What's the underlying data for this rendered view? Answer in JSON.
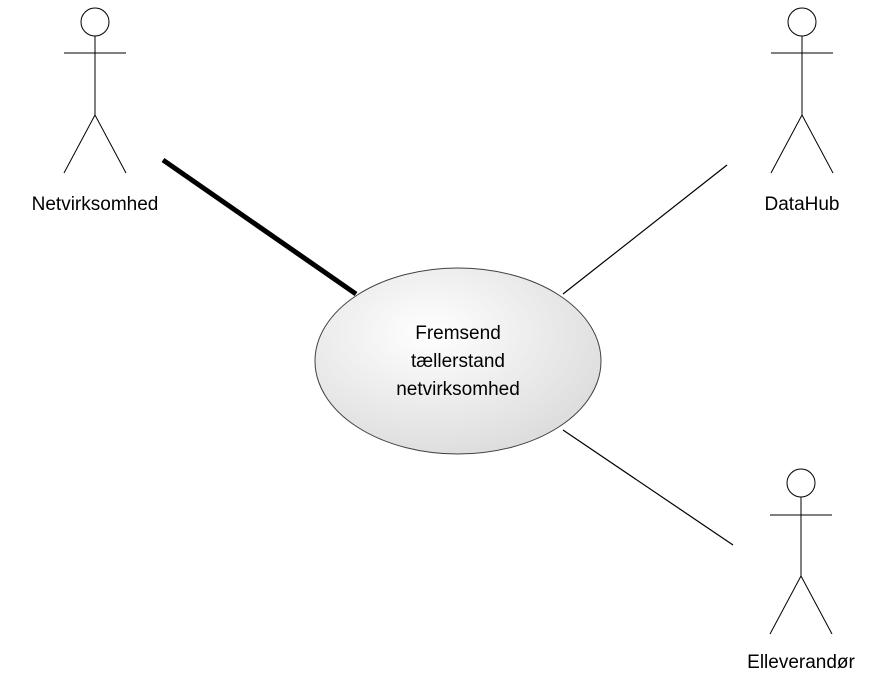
{
  "diagram": {
    "use_case": {
      "lines": [
        "Fremsend",
        "tællerstand",
        "netvirksomhed"
      ]
    },
    "actors": {
      "netvirksomhed": {
        "label": "Netvirksomhed",
        "primary": true
      },
      "datahub": {
        "label": "DataHub",
        "primary": false
      },
      "elleverandor": {
        "label": "Elleverandør",
        "primary": false
      }
    },
    "colors": {
      "stroke": "#000000",
      "ellipse_fill_light": "#ffffff",
      "ellipse_fill_dark": "#d9d9d9"
    }
  }
}
